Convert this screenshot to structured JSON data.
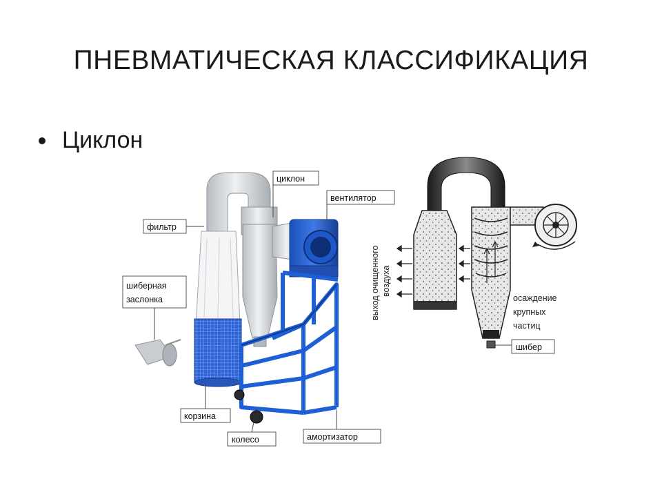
{
  "slide": {
    "title": "ПНЕВМАТИЧЕСКАЯ КЛАССИФИКАЦИЯ",
    "bullet": "Циклон"
  },
  "labels": {
    "filter": "фильтр",
    "damper_1": "шиберная",
    "damper_2": "заслонка",
    "cyclone": "циклон",
    "fan": "вентилятор",
    "basket": "корзина",
    "wheel": "колесо",
    "shock_absorber": "амортизатор",
    "outlet_1": "выход очищенного",
    "outlet_2": "воздуха",
    "settling_1": "осаждение",
    "settling_2": "крупных",
    "settling_3": "частиц",
    "gate": "шибер"
  },
  "colors": {
    "frame_blue": "#1f5fd6",
    "fan_blue": "#2a63d0",
    "basket_blue": "#2f63d8",
    "steel": "#cfd3d8",
    "text": "#1a1a1a"
  }
}
